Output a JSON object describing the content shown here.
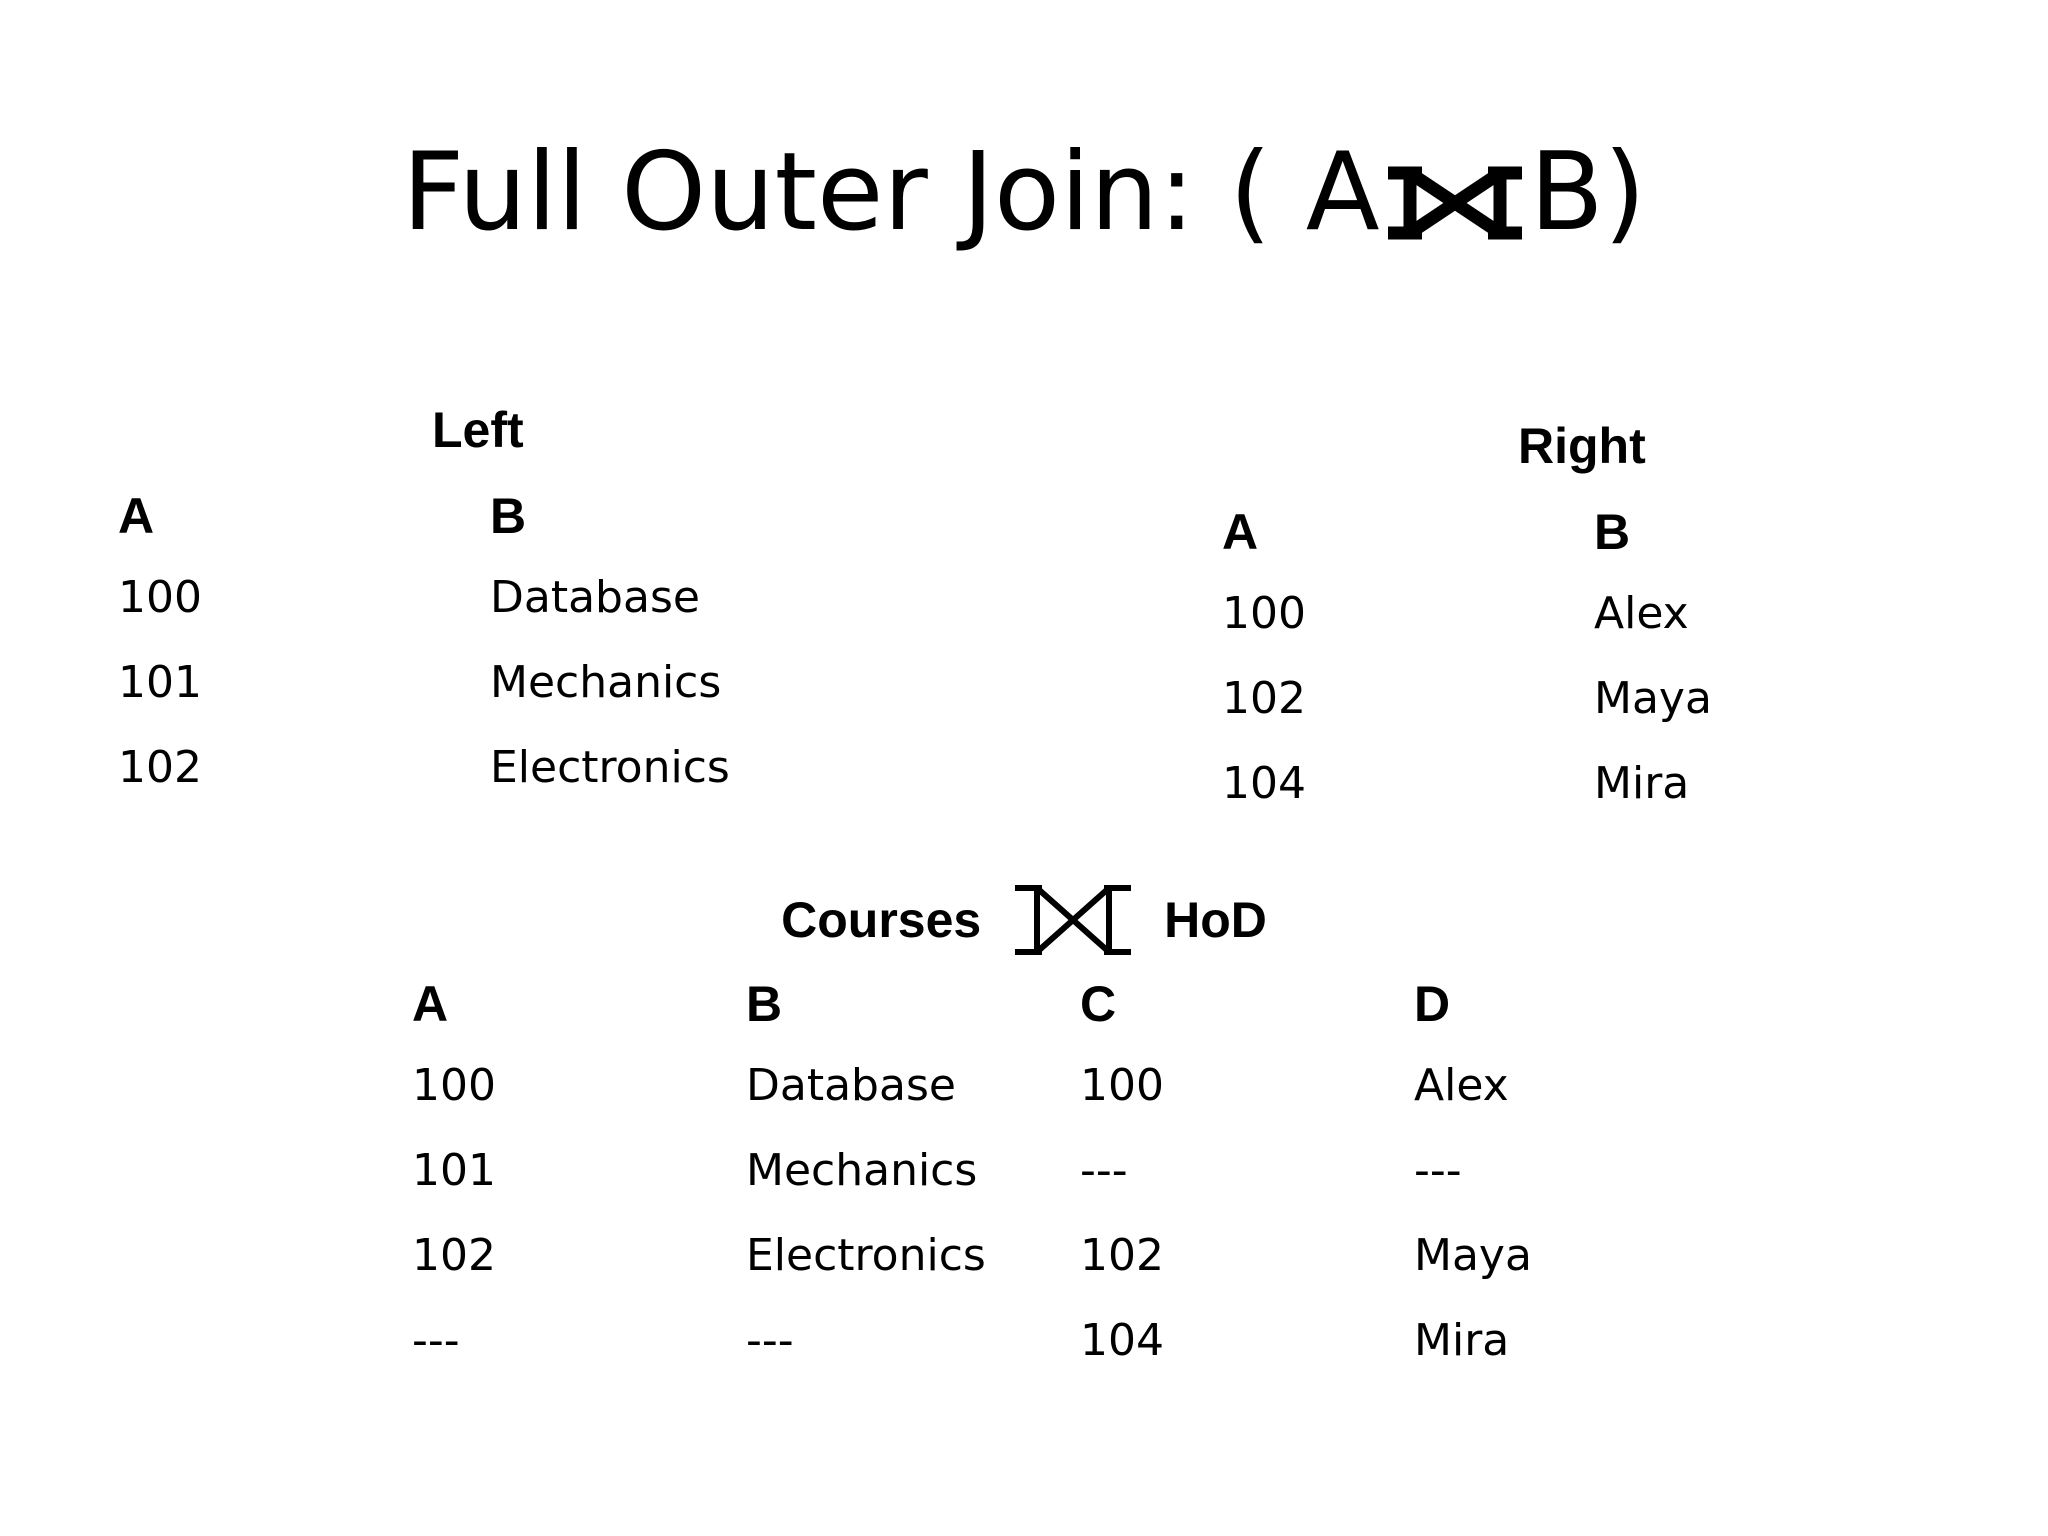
{
  "slide": {
    "title_prefix": "Full Outer Join: ( A ",
    "title_suffix": " B)"
  },
  "left_table": {
    "caption": "Left",
    "headers": [
      "A",
      "B"
    ],
    "rows": [
      [
        "100",
        "Database"
      ],
      [
        "101",
        "Mechanics"
      ],
      [
        "102",
        "Electronics"
      ]
    ]
  },
  "right_table": {
    "caption": "Right",
    "headers": [
      "A",
      "B"
    ],
    "rows": [
      [
        "100",
        "Alex"
      ],
      [
        "102",
        "Maya"
      ],
      [
        "104",
        "Mira"
      ]
    ]
  },
  "result_table": {
    "caption_left": "Courses",
    "caption_right": "HoD",
    "headers": [
      "A",
      "B",
      "C",
      "D"
    ],
    "rows": [
      [
        "100",
        "Database",
        "100",
        "Alex"
      ],
      [
        "101",
        "Mechanics",
        "---",
        "---"
      ],
      [
        "102",
        "Electronics",
        "102",
        "Maya"
      ],
      [
        "---",
        "---",
        "104",
        "Mira"
      ]
    ]
  }
}
